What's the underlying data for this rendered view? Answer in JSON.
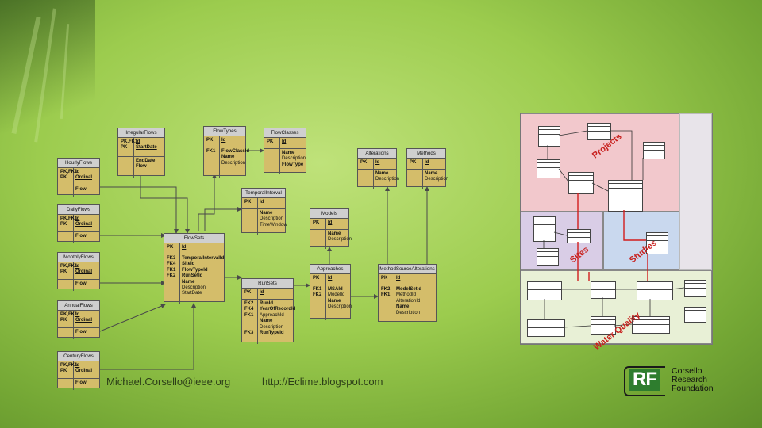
{
  "entities": [
    {
      "id": "irregular",
      "title": "IrregularFlows",
      "rows": [
        {
          "keys": [
            "PK,FK1",
            "PK"
          ],
          "fields": [
            "Id",
            "StartDate"
          ]
        },
        {
          "keys": [],
          "fields": [
            "EndDate",
            "Flow"
          ]
        }
      ]
    },
    {
      "id": "hourly",
      "title": "HourlyFlows",
      "rows": [
        {
          "keys": [
            "PK,FK1",
            "PK"
          ],
          "fields": [
            "Id",
            "Ordinal"
          ]
        },
        {
          "keys": [],
          "fields": [
            "Flow"
          ]
        }
      ]
    },
    {
      "id": "daily",
      "title": "DailyFlows",
      "rows": [
        {
          "keys": [
            "PK,FK1",
            "PK"
          ],
          "fields": [
            "Id",
            "Ordinal"
          ]
        },
        {
          "keys": [],
          "fields": [
            "Flow"
          ]
        }
      ]
    },
    {
      "id": "monthly",
      "title": "MonthlyFlows",
      "rows": [
        {
          "keys": [
            "PK,FK1",
            "PK"
          ],
          "fields": [
            "Id",
            "Ordinal"
          ]
        },
        {
          "keys": [],
          "fields": [
            "Flow"
          ]
        }
      ]
    },
    {
      "id": "annual",
      "title": "AnnualFlows",
      "rows": [
        {
          "keys": [
            "PK,FK1",
            "PK"
          ],
          "fields": [
            "Id",
            "Ordinal"
          ]
        },
        {
          "keys": [],
          "fields": [
            "Flow"
          ]
        }
      ]
    },
    {
      "id": "century",
      "title": "CenturyFlows",
      "rows": [
        {
          "keys": [
            "PK,FK1",
            "PK"
          ],
          "fields": [
            "Id",
            "Ordinal"
          ]
        },
        {
          "keys": [],
          "fields": [
            "Flow"
          ]
        }
      ]
    },
    {
      "id": "flowtypes",
      "title": "FlowTypes",
      "rows": [
        {
          "keys": [
            "PK"
          ],
          "fields": [
            "Id"
          ]
        },
        {
          "keys": [
            "FK1"
          ],
          "fields": [
            "FlowClassId",
            "Name",
            "Description"
          ]
        }
      ]
    },
    {
      "id": "flowclasses",
      "title": "FlowClasses",
      "rows": [
        {
          "keys": [
            "PK"
          ],
          "fields": [
            "Id"
          ]
        },
        {
          "keys": [],
          "fields": [
            "Name",
            "Description",
            "FlowType"
          ]
        }
      ]
    },
    {
      "id": "temporal",
      "title": "TemporalInterval",
      "rows": [
        {
          "keys": [
            "PK"
          ],
          "fields": [
            "Id"
          ]
        },
        {
          "keys": [],
          "fields": [
            "Name",
            "Description",
            "TimeWindow"
          ]
        }
      ]
    },
    {
      "id": "flowsets",
      "title": "FlowSets",
      "rows": [
        {
          "keys": [
            "PK"
          ],
          "fields": [
            "Id"
          ]
        },
        {
          "keys": [
            "FK3",
            "FK4",
            "FK1",
            "FK2"
          ],
          "fields": [
            "TemporalIntervalId",
            "SiteId",
            "FlowTypeId",
            "RunSetId",
            "Name",
            "Description",
            "StartDate"
          ]
        }
      ]
    },
    {
      "id": "runsets",
      "title": "RunSets",
      "rows": [
        {
          "keys": [
            "PK"
          ],
          "fields": [
            "Id"
          ]
        },
        {
          "keys": [
            "FK2",
            "FK4",
            "FK1",
            "",
            "",
            "FK3"
          ],
          "fields": [
            "RunId",
            "YearOfRecordId",
            "ApproachId",
            "Name",
            "Description",
            "RunTypeId"
          ]
        }
      ]
    },
    {
      "id": "alterations",
      "title": "Alterations",
      "rows": [
        {
          "keys": [
            "PK"
          ],
          "fields": [
            "Id"
          ]
        },
        {
          "keys": [],
          "fields": [
            "Name",
            "Description"
          ]
        }
      ]
    },
    {
      "id": "methods",
      "title": "Methods",
      "rows": [
        {
          "keys": [
            "PK"
          ],
          "fields": [
            "Id"
          ]
        },
        {
          "keys": [],
          "fields": [
            "Name",
            "Description"
          ]
        }
      ]
    },
    {
      "id": "models",
      "title": "Models",
      "rows": [
        {
          "keys": [
            "PK"
          ],
          "fields": [
            "Id"
          ]
        },
        {
          "keys": [],
          "fields": [
            "Name",
            "Description"
          ]
        }
      ]
    },
    {
      "id": "approaches",
      "title": "Approaches",
      "rows": [
        {
          "keys": [
            "PK"
          ],
          "fields": [
            "Id"
          ]
        },
        {
          "keys": [
            "FK1",
            "FK2"
          ],
          "fields": [
            "MSAId",
            "ModelId",
            "Name",
            "Description"
          ]
        }
      ]
    },
    {
      "id": "msa",
      "title": "MethodSourceAlterations",
      "rows": [
        {
          "keys": [
            "PK"
          ],
          "fields": [
            "Id"
          ]
        },
        {
          "keys": [
            "FK2",
            "FK1"
          ],
          "fields": [
            "ModelSetId",
            "MethodId",
            "AlterationId",
            "Name",
            "Description"
          ]
        }
      ]
    }
  ],
  "overview": {
    "zones": [
      "Projects",
      "Sites",
      "Studies",
      "Water Quality"
    ]
  },
  "footer": {
    "email": "Michael.Corsello@ieee.org",
    "url": "http://Eclime.blogspot.com"
  },
  "logo": {
    "mark": "RF",
    "lines": [
      "Corsello",
      "Research",
      "Foundation"
    ]
  },
  "colors": {
    "entity_fill": "#d4bd6a",
    "title_fill": "#cfcfcf",
    "zone_projects": "#f2c8cc",
    "zone_sites": "#d9cde6",
    "zone_studies": "#c9d8ee",
    "zone_water": "#e8f0d6",
    "zone_label": "#c8201e"
  }
}
